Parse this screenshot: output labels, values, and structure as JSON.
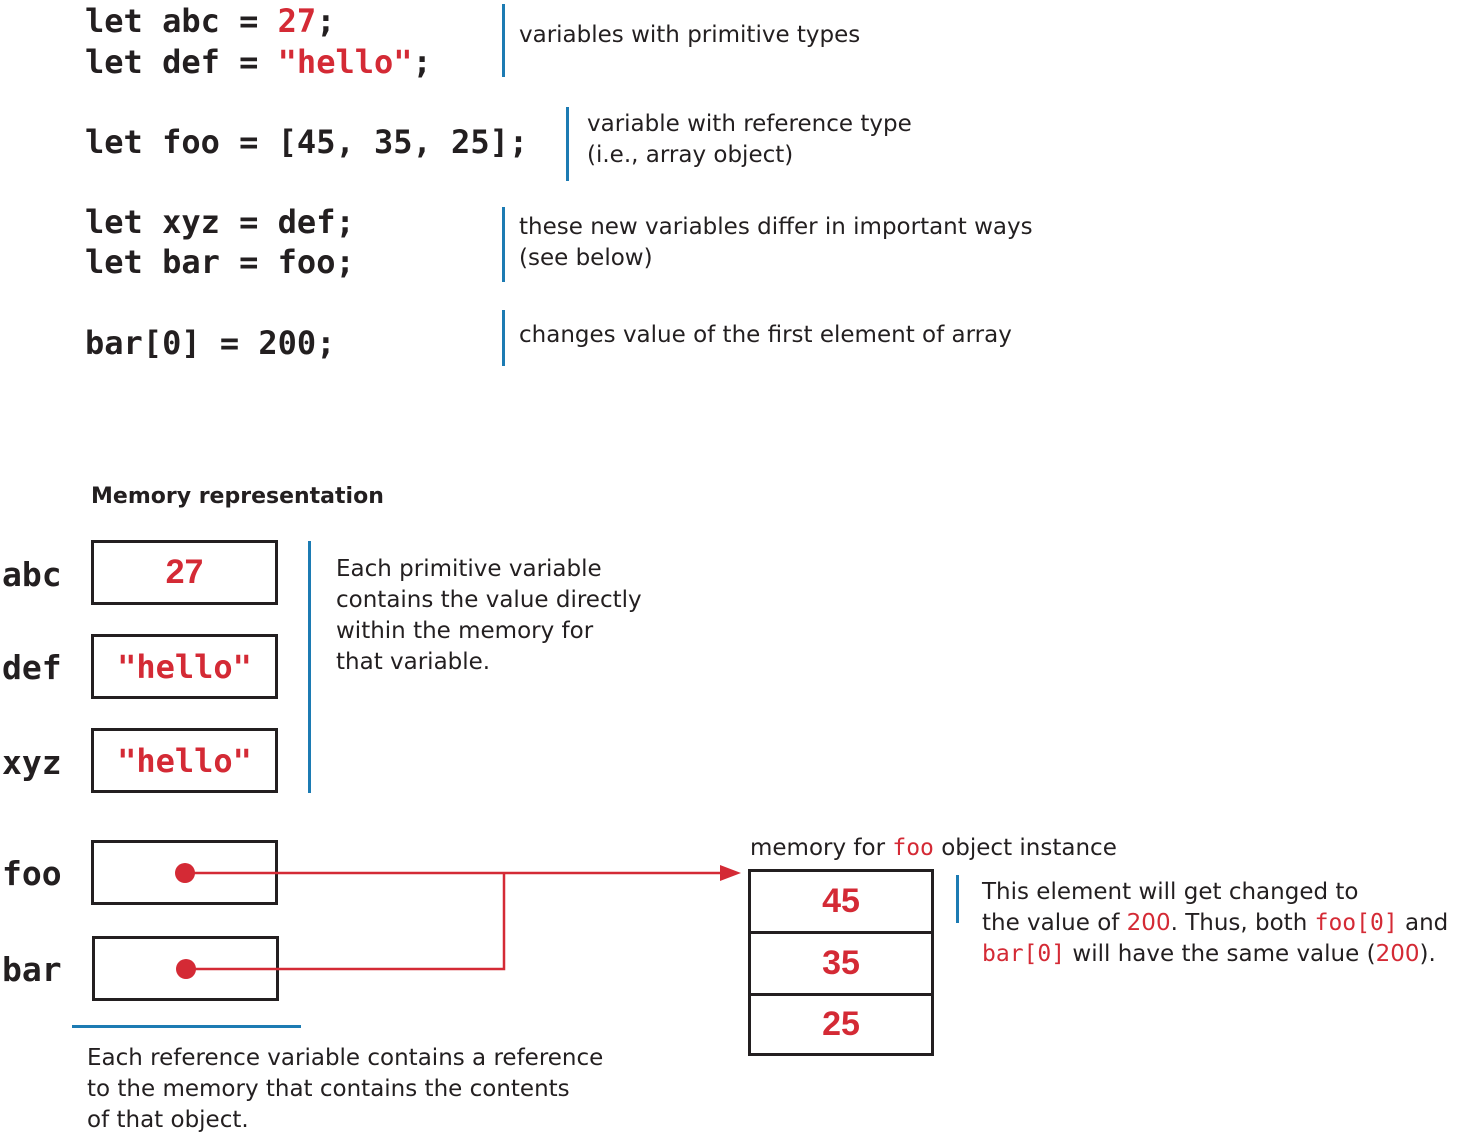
{
  "code": {
    "line1": {
      "prefix": "let abc = ",
      "value": "27",
      "suffix": ";"
    },
    "line2": {
      "prefix": "let def = ",
      "value": "\"hello\"",
      "suffix": ";"
    },
    "line3": "let foo = [45, 35, 25];",
    "line4": "let xyz = def;",
    "line5": "let bar = foo;",
    "line6": "bar[0] = 200;"
  },
  "notes": {
    "primitive": "variables with primitive types",
    "reference": [
      "variable with reference type",
      "(i.e., array object)"
    ],
    "differ": [
      "these new variables differ in important ways",
      "(see below)"
    ],
    "changes": "changes value of the first element of array"
  },
  "memory": {
    "title": "Memory representation",
    "variables": [
      {
        "name": "abc",
        "value": "27"
      },
      {
        "name": "def",
        "value": "\"hello\""
      },
      {
        "name": "xyz",
        "value": "\"hello\""
      },
      {
        "name": "foo",
        "value": null
      },
      {
        "name": "bar",
        "value": null
      }
    ],
    "primitive_note": [
      "Each primitive variable",
      "contains the value directly",
      "within the memory for",
      "that variable."
    ],
    "reference_note": [
      "Each reference variable contains a reference",
      "to the memory that contains the contents",
      "of that object."
    ]
  },
  "object": {
    "label_prefix": "memory for ",
    "label_var": "foo",
    "label_suffix": " object instance",
    "elements": [
      "45",
      "35",
      "25"
    ],
    "note": {
      "l1": "This element will get changed to",
      "l2a": "the value of ",
      "l2b": "200",
      "l2c": ". Thus, both ",
      "l2d": "foo[0]",
      "l2e": " and",
      "l3a": "bar[0]",
      "l3b": " will have the same value (",
      "l3c": "200",
      "l3d": ")."
    }
  },
  "colors": {
    "accent_red": "#d42a35",
    "rule_blue": "#1c7bb3",
    "text": "#231f20"
  }
}
